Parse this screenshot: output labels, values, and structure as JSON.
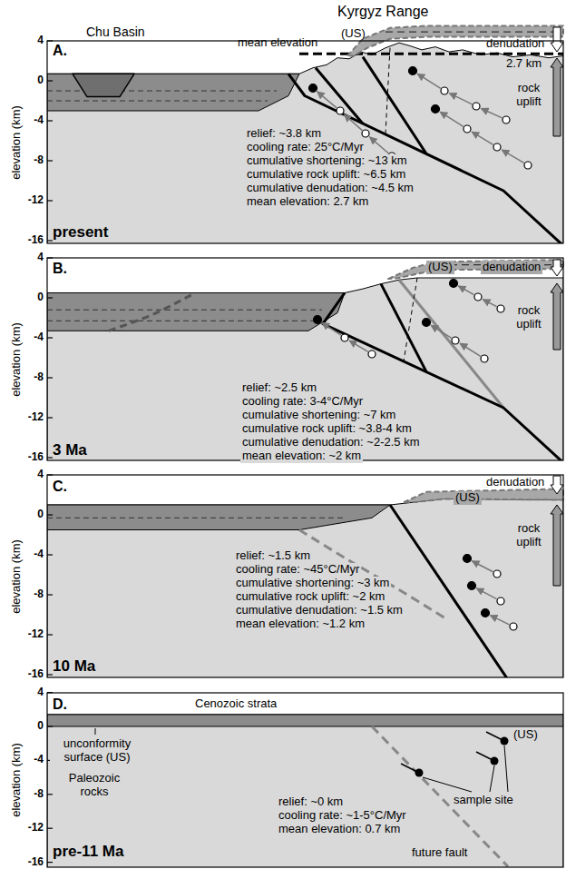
{
  "diagram": {
    "labels": [
      "Kyrgyz Range",
      "Chu Basin",
      "elevation (km)",
      "4",
      "0",
      "-4",
      "-8",
      "-12",
      "-16",
      "A.",
      "(US)",
      "denudation",
      "mean elevation",
      "2.7 km",
      "rock uplift",
      "relief: ~3.8 km",
      "cooling rate: 25°C/Myr",
      "cumulative shortening: ~13 km",
      "cumulative rock uplift: ~6.5 km",
      "cumulative denudation: ~4.5 km",
      "mean elevation: 2.7 km",
      "present",
      "elevation (km)",
      "4",
      "0",
      "-4",
      "-8",
      "-12",
      "-16",
      "B.",
      "(US)",
      "denudation",
      "rock uplift",
      "relief: ~2.5 km",
      "cooling rate: 3-4°C/Myr",
      "cumulative shortening: ~7 km",
      "cumulative rock uplift: ~3.8-4 km",
      "cumulative denudation: ~2-2.5 km",
      "mean elevation: ~2 km",
      "3 Ma",
      "elevation (km)",
      "4",
      "0",
      "-4",
      "-8",
      "-12",
      "-16",
      "C.",
      "denudation",
      "(US)",
      "rock uplift",
      "relief: ~1.5 km",
      "cooling rate: ~45°C/Myr",
      "cumulative shortening: ~3 km",
      "cumulative rock uplift: ~2 km",
      "cumulative denudation: ~1.5 km",
      "mean elevation: ~1.2 km",
      "10 Ma",
      "elevation (km)",
      "4",
      "0",
      "-4",
      "-8",
      "-12",
      "-16",
      "D.",
      "Cenozoic strata",
      "unconformity surface (US)",
      "Paleozoic rocks",
      "(US)",
      "sample site",
      "future fault",
      "relief: ~0 km",
      "cooling rate: ~1-5°C/Myr",
      "mean elevation: 0.7 km",
      "pre-11 Ma"
    ]
  }
}
